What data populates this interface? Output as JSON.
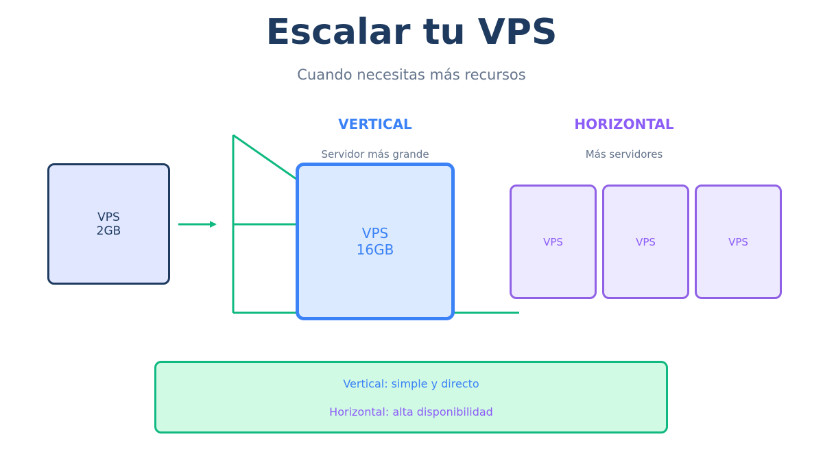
{
  "title": "Escalar tu VPS",
  "subtitle": "Cuando necesitas más recursos",
  "colors": {
    "navy": "#1e3a5f",
    "blue": "#3b82f6",
    "purple": "#8b5cf6",
    "green": "#10b981",
    "gray": "#64748b"
  },
  "current_vps": {
    "label": "VPS",
    "size": "2GB"
  },
  "vertical": {
    "heading": "VERTICAL",
    "caption": "Servidor más grande",
    "vps": {
      "label": "VPS",
      "size": "16GB"
    }
  },
  "horizontal": {
    "heading": "HORIZONTAL",
    "caption": "Más servidores",
    "servers": [
      "VPS",
      "VPS",
      "VPS"
    ]
  },
  "summary": {
    "vertical_line": "Vertical: simple y directo",
    "horizontal_line": "Horizontal: alta disponibilidad"
  }
}
